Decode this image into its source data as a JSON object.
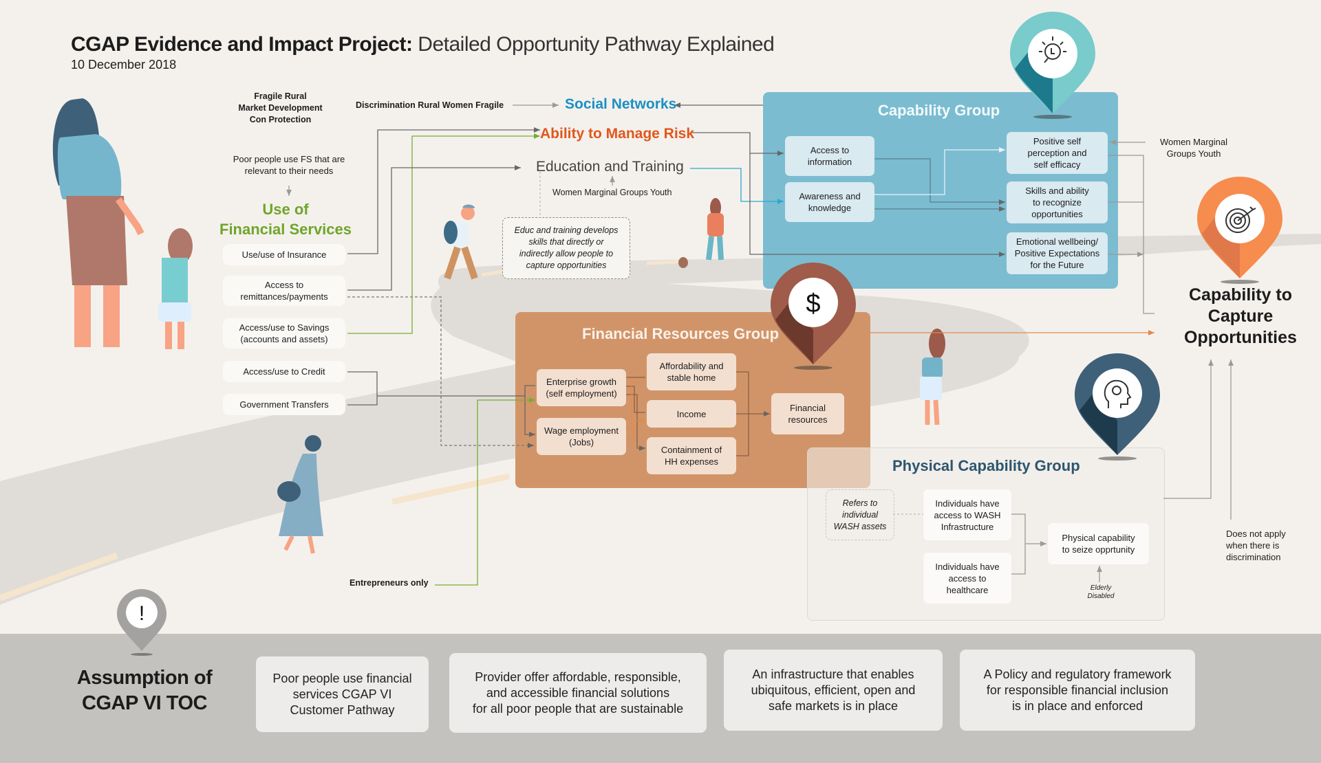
{
  "header": {
    "title_bold": "CGAP Evidence and Impact Project:",
    "title_light": "Detailed Opportunity Pathway Explained",
    "date": "10 December 2018"
  },
  "context_labels": {
    "fragile_rural": [
      "Fragile Rural",
      "Market Development",
      "Con Protection"
    ],
    "discrimination": "Discrimination Rural Women Fragile",
    "poor_people_fs": [
      "Poor people use FS that are",
      "relevant to their needs"
    ],
    "women_marginal_edu": "Women Marginal Groups Youth",
    "women_marginal_cap": [
      "Women Marginal",
      "Groups Youth"
    ],
    "entrepreneurs_only": "Entrepreneurs only",
    "does_not_apply": [
      "Does not apply",
      "when there is",
      "discrimination"
    ],
    "elderly_disabled": [
      "Elderly",
      "Disabled"
    ]
  },
  "use_of_fs": {
    "title": [
      "Use of",
      "Financial Services"
    ],
    "color": "#6fa52a",
    "items": [
      {
        "label": [
          "Use/use of Insurance"
        ]
      },
      {
        "label": [
          "Access to",
          "remittances/payments"
        ]
      },
      {
        "label": [
          "Access/use to Savings",
          "(accounts and assets)"
        ]
      },
      {
        "label": [
          "Access/use to Credit"
        ]
      },
      {
        "label": [
          "Government Transfers"
        ]
      }
    ]
  },
  "outcomes": {
    "social_networks": {
      "label": "Social Networks",
      "color": "#1b8fc6"
    },
    "manage_risk": {
      "label": "Ability to Manage Risk",
      "color": "#e2561c"
    },
    "education": {
      "label": "Education and Training",
      "color": "#444444"
    }
  },
  "education_note": [
    "Educ and training develops",
    "skills that directly or",
    "indirectly allow people to",
    "capture opportunities"
  ],
  "capability_group": {
    "title": "Capability Group",
    "color": "#7bbcd1",
    "pin_icon": "lightbulb-icon",
    "inputs": [
      {
        "label": [
          "Access to",
          "information"
        ]
      },
      {
        "label": [
          "Awareness and",
          "knowledge"
        ]
      }
    ],
    "outputs": [
      {
        "label": [
          "Positive self",
          "perception and",
          "self efficacy"
        ]
      },
      {
        "label": [
          "Skills and ability",
          "to recognize",
          "opportunities"
        ]
      },
      {
        "label": [
          "Emotional wellbeing/",
          "Positive Expectations",
          "for the Future"
        ]
      }
    ]
  },
  "financial_group": {
    "title": "Financial Resources Group",
    "color": "#d19469",
    "pin_icon": "dollar-icon",
    "pin_symbol": "$",
    "inputs": [
      {
        "label": [
          "Enterprise growth",
          "(self employment)"
        ]
      },
      {
        "label": [
          "Wage employment",
          "(Jobs)"
        ]
      }
    ],
    "middle": [
      {
        "label": [
          "Affordability and",
          "stable home"
        ]
      },
      {
        "label": [
          "Income"
        ]
      },
      {
        "label": [
          "Containment of",
          "HH expenses"
        ]
      }
    ],
    "output": {
      "label": [
        "Financial",
        "resources"
      ]
    }
  },
  "physical_group": {
    "title": "Physical Capability Group",
    "color": "#2c5670",
    "pin_icon": "head-gear-icon",
    "note": [
      "Refers to",
      "individual",
      "WASH assets"
    ],
    "inputs": [
      {
        "label": [
          "Individuals have",
          "access to WASH",
          "Infrastructure"
        ]
      },
      {
        "label": [
          "Individuals have",
          "access to",
          "healthcare"
        ]
      }
    ],
    "output": {
      "label": [
        "Physical capability",
        "to seize opprtunity"
      ]
    }
  },
  "final_outcome": {
    "label": [
      "Capability to",
      "Capture",
      "Opportunities"
    ],
    "pin_icon": "target-icon",
    "pin_color": "#f68c4e"
  },
  "assumptions": {
    "title": [
      "Assumption of",
      "CGAP VI TOC"
    ],
    "pin_icon": "exclamation-icon",
    "pin_symbol": "!",
    "items": [
      {
        "label": [
          "Poor people use financial",
          "services CGAP VI",
          "Customer Pathway"
        ]
      },
      {
        "label": [
          "Provider offer affordable, responsible,",
          "and accessible financial solutions",
          "for all poor people that are sustainable"
        ]
      },
      {
        "label": [
          "An infrastructure that enables",
          "ubiquitous, efficient, open and",
          "safe markets is in place"
        ]
      },
      {
        "label": [
          "A Policy and regulatory framework",
          "for responsible financial inclusion",
          "is in place and enforced"
        ]
      }
    ]
  }
}
